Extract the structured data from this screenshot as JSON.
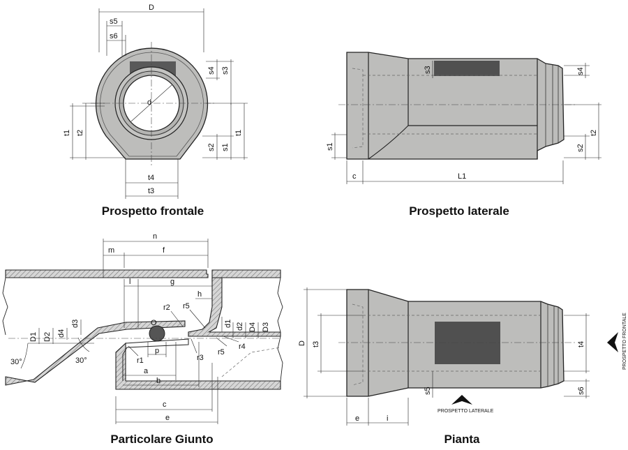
{
  "captions": {
    "front": "Prospetto frontale",
    "side": "Prospetto laterale",
    "joint": "Particolare Giunto",
    "plan": "Pianta"
  },
  "front_labels": {
    "D": "D",
    "s5": "s5",
    "s6": "s6",
    "d": "d",
    "s4": "s4",
    "s3": "s3",
    "t1_left": "t1",
    "t2_left": "t2",
    "s2": "s2",
    "s1": "s1",
    "t1_right": "t1",
    "t4": "t4",
    "t3": "t3"
  },
  "side_labels": {
    "s3": "s3",
    "s4": "s4",
    "s1": "s1",
    "s2": "s2",
    "t2": "t2",
    "c": "c",
    "L1": "L1"
  },
  "joint_labels": {
    "n": "n",
    "m": "m",
    "f": "f",
    "l": "l",
    "g": "g",
    "h": "h",
    "r2": "r2",
    "r5_top": "r5",
    "O": "O",
    "d1": "d1",
    "d2": "d2",
    "D4": "D4",
    "D3": "D3",
    "D1": "D1",
    "D2": "D2",
    "d4": "d4",
    "d3": "d3",
    "r4": "r4",
    "r5_bottom": "r5",
    "r3": "r3",
    "r1": "r1",
    "p": "p",
    "angle_left": "30°",
    "angle_mid": "30°",
    "a": "a",
    "b": "b",
    "c": "c",
    "e": "e"
  },
  "plan_labels": {
    "D": "D",
    "t3": "t3",
    "t4": "t4",
    "s5": "s5",
    "s6": "s6",
    "e": "e",
    "i": "i",
    "arrow_side": "PROSPETTO LATERALE",
    "arrow_front": "PROSPETTO FRONTALE"
  },
  "colors": {
    "concrete": "#bdbdbb",
    "concrete_dark": "#a9a9a7",
    "opening": "#505050",
    "hatch": "#8a8a8a",
    "gasket": "#555555"
  }
}
